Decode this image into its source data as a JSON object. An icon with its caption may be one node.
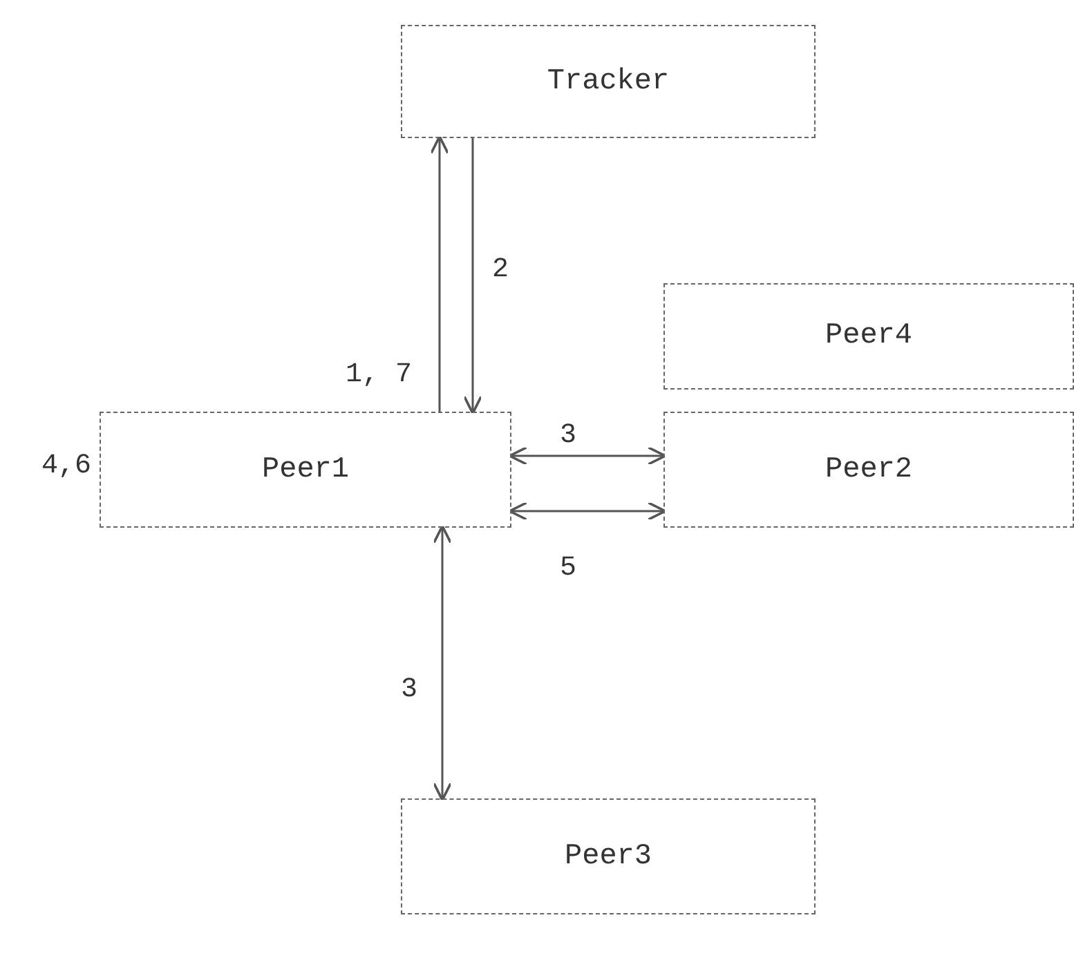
{
  "diagram": {
    "nodes": [
      {
        "text": [
          "Tracker"
        ]
      },
      {
        "text": [
          "Peer4"
        ]
      },
      {
        "text": [
          "Peer1"
        ],
        "beside": [
          "4,6"
        ]
      },
      {
        "text": [
          "Peer2"
        ]
      },
      {
        "text": [
          "Peer3"
        ]
      }
    ],
    "edges": [
      {
        "from": 2,
        "to": 0,
        "arrow": "to",
        "label": "1, 7"
      },
      {
        "from": 0,
        "to": 2,
        "arrow": "to",
        "label": "2"
      },
      {
        "from": 2,
        "to": 3,
        "arrow": "both",
        "label": "3"
      },
      {
        "from": 2,
        "to": 3,
        "arrow": "both",
        "label": "5"
      },
      {
        "from": 2,
        "to": 4,
        "arrow": "both",
        "label": "3"
      }
    ]
  }
}
